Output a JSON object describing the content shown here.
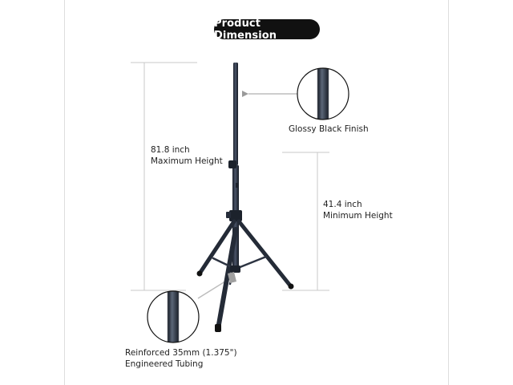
{
  "title": "Product Dimension",
  "max_height": {
    "value": "81.8 inch",
    "label": "Maximum Height"
  },
  "min_height": {
    "value": "41.4 inch",
    "label": "Minimum Height"
  },
  "finish": {
    "label": "Glossy Black Finish"
  },
  "tubing": {
    "line1": "Reinforced 35mm (1.375\")",
    "line2": "Engineered Tubing"
  },
  "colors": {
    "pill": "#111111",
    "stand": "#2a3140",
    "guide": "#c8c8c8"
  }
}
